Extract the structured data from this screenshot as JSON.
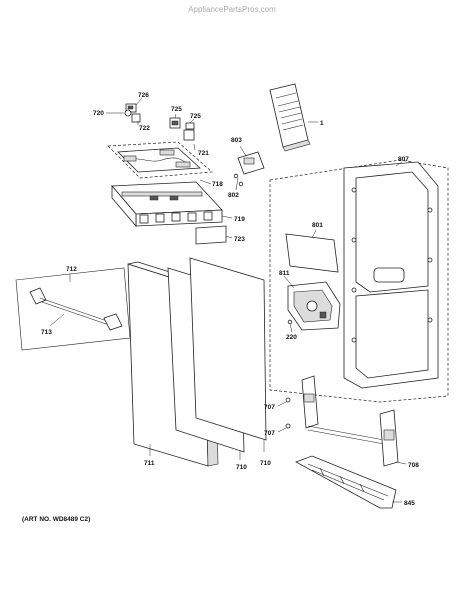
{
  "watermark": "AppliancePartsPros.com",
  "art_number": "(ART NO. WD8489 C2)",
  "callouts": {
    "p1": "1",
    "p720": "720",
    "p726": "726",
    "p722": "722",
    "p725a": "725",
    "p725b": "725",
    "p721": "721",
    "p718": "718",
    "p719": "719",
    "p723": "723",
    "p803": "803",
    "p802": "802",
    "p807": "807",
    "p801": "801",
    "p811": "811",
    "p220": "220",
    "p712": "712",
    "p713": "713",
    "p711": "711",
    "p710a": "710",
    "p710b": "710",
    "p707a": "707",
    "p707b": "707",
    "p708": "708",
    "p845": "845"
  }
}
